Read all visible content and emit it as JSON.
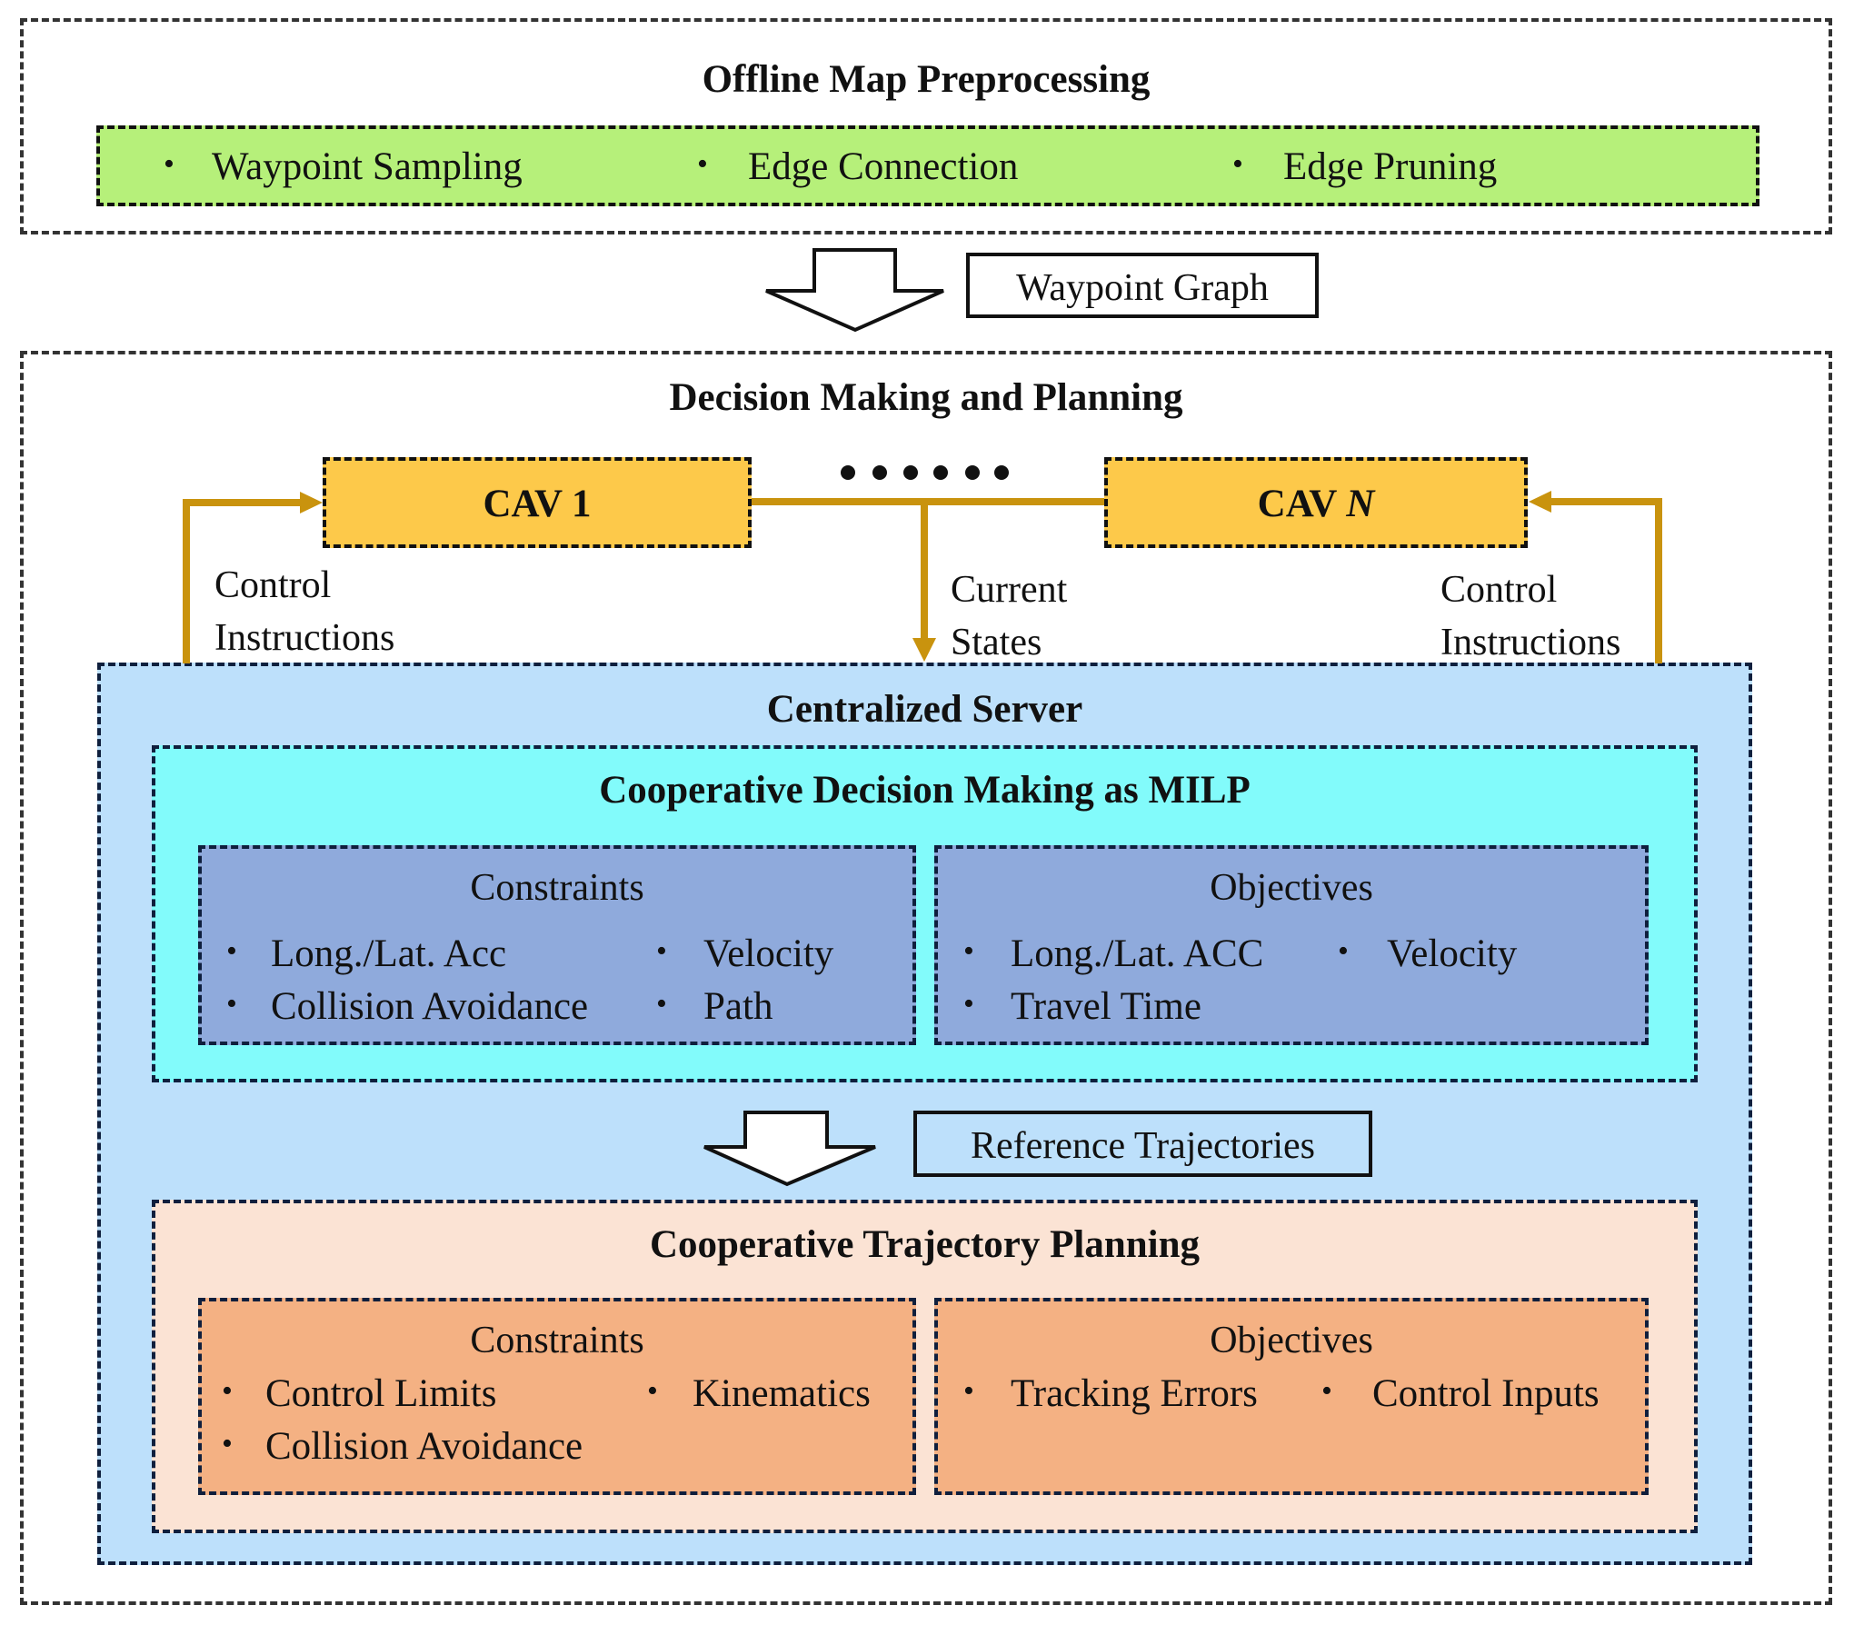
{
  "colors": {
    "preprocessing_box": "#b6f07a",
    "cav_box": "#fdc94a",
    "server_box": "#bde0fb",
    "milp_box": "#82fbfb",
    "milp_inner_box": "#8faadc",
    "trajectory_box": "#fbe3d4",
    "trajectory_inner_box": "#f4b183",
    "connector": "#c9930e"
  },
  "offline": {
    "title": "Offline Map Preprocessing",
    "items": [
      "Waypoint Sampling",
      "Edge Connection",
      "Edge Pruning"
    ]
  },
  "waypoint_graph_label": "Waypoint Graph",
  "decision": {
    "title": "Decision Making and Planning",
    "cav1": "CAV 1",
    "cavN_prefix": "CAV ",
    "cavN_suffix": "N",
    "ellipsis_icon": "ellipsis-dots",
    "left_label": [
      "Control",
      "Instructions"
    ],
    "middle_label": [
      "Current",
      "States"
    ],
    "right_label": [
      "Control",
      "Instructions"
    ]
  },
  "server": {
    "title": "Centralized Server",
    "milp": {
      "title": "Cooperative Decision Making as MILP",
      "constraints": {
        "title": "Constraints",
        "items": [
          "Long./Lat. Acc",
          "Velocity",
          "Collision Avoidance",
          "Path"
        ]
      },
      "objectives": {
        "title": "Objectives",
        "items": [
          "Long./Lat. ACC",
          "Velocity",
          "Travel Time"
        ]
      }
    },
    "reference_label": "Reference Trajectories",
    "trajectory": {
      "title": "Cooperative Trajectory Planning",
      "constraints": {
        "title": "Constraints",
        "items": [
          "Control Limits",
          "Kinematics",
          "Collision Avoidance"
        ]
      },
      "objectives": {
        "title": "Objectives",
        "items": [
          "Tracking Errors",
          "Control Inputs"
        ]
      }
    }
  }
}
